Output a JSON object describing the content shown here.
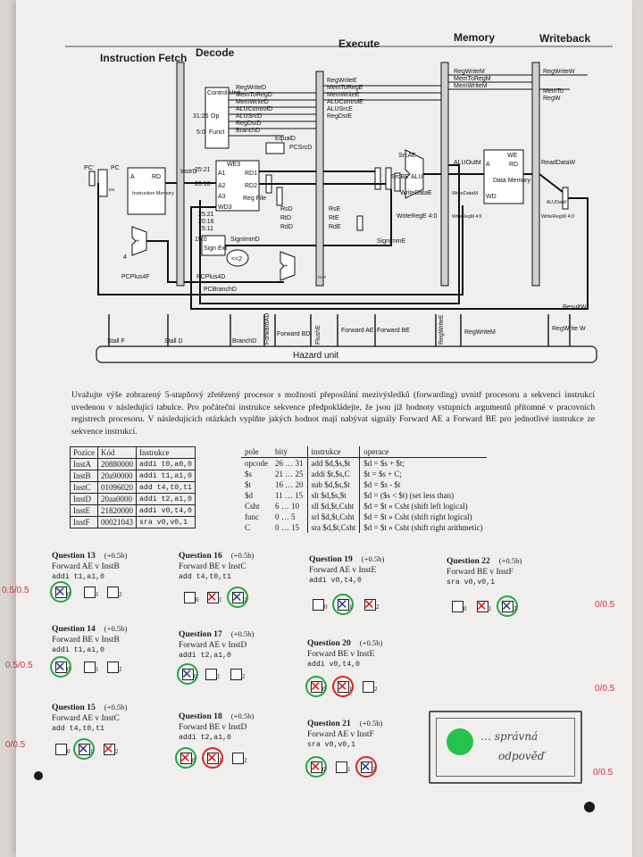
{
  "diagram": {
    "stage_labels": {
      "fetch": "Instruction Fetch",
      "decode": "Decode",
      "execute": "Execute",
      "memory": "Memory",
      "writeback": "Writeback"
    },
    "control_signals_d": [
      "RegWriteD",
      "MemToRegD",
      "MemWriteD",
      "ALUControlD",
      "ALUSrcD",
      "RegDstD",
      "BranchD"
    ],
    "control_signals_e": [
      "RegWriteE",
      "MemToRegE",
      "MemWriteE",
      "ALUControlE",
      "ALUSrcE",
      "RegDstE"
    ],
    "control_signals_m": [
      "RegWriteM",
      "MemToRegM",
      "MemWriteM"
    ],
    "control_signals_w": [
      "RegWriteW",
      "MemTo",
      "RegW"
    ],
    "blocks": {
      "control_unit": "Control Unit",
      "op": "Op",
      "funct": "Funct",
      "op_bits": "31:26",
      "funct_bits": "5:0",
      "inst_mem": "Instruction Memory",
      "regfile": "Reg File",
      "alu": "ALU",
      "data_mem": "Data Memory",
      "sign_ext": "Sign Ext",
      "shift": "<<2",
      "equal": "EqualD",
      "pcsrc": "PCSrcD",
      "pc": "PC",
      "pcp": "PC'",
      "a": "A",
      "rd": "RD",
      "we3": "WE3",
      "a1": "A1",
      "a2": "A2",
      "a3": "A3",
      "wd3": "WD3",
      "rd1": "RD1",
      "rd2": "RD2",
      "we": "WE",
      "wd": "WD",
      "const4": "4",
      "plus": "+"
    },
    "wire_labels": {
      "instrd": "InstrD",
      "b2521": "25:21",
      "b2016": "20:16",
      "b1511": "15:11",
      "b150": "15:0",
      "srcae": "SrcAE",
      "srcbe": "SrcBE",
      "aluoutm": "ALUOutM",
      "readdataw": "ReadDataW",
      "aluoutw": "ALUOutW",
      "writedatae": "WriteDataE",
      "writedatam": "WriteDataM",
      "writerege": "WriteRegE 4:0",
      "writeregm": "WriteRegM 4:0",
      "writeregw": "WriteRegW 4:0",
      "rse": "RsE",
      "rte": "RtE",
      "rde": "RdE",
      "rsd": "RsD",
      "rtd": "RtD",
      "rdd": "RdD",
      "signimmd": "SignImmD",
      "signimme": "SignImmE",
      "pcplus4f": "PCPlus4F",
      "pcplus4d": "PCPlus4D",
      "pcbranchd": "PCBranchD",
      "resultw": "ResultW",
      "en": "EN",
      "clr": "CLR"
    },
    "hazard_signals": [
      "Stall F",
      "Stall D",
      "BranchD",
      "ForwardAD",
      "Forward BD",
      "FlushE",
      "Forward AE",
      "Forward BE",
      "RegWriteE",
      "RegWriteM",
      "RegWrite W"
    ],
    "hazard_unit": "Hazard unit"
  },
  "intro_text": "Uvažujte výše zobrazený 5-stupňový zřetězený procesor s možností přeposílání mezivýsledků (forwarding) uvnitř procesoru a sekvenci instrukcí uvedenou v následující tabulce. Pro počáteční instrukce sekvence předpokládejte, že jsou již hodnoty vstupních argumentů přítomné v pracovních registrech procesoru. V následujících otázkách vyplňte jakých hodnot mají nabývat signály Forward AE a Forward BE pro jednotlivé instrukce ze sekvence instrukcí.",
  "instr_table": {
    "headers": [
      "Pozice",
      "Kód",
      "Instrukce"
    ],
    "rows": [
      [
        "InstA",
        "20880000",
        "addi t0,a0,0"
      ],
      [
        "InstB",
        "20a90000",
        "addi t1,a1,0"
      ],
      [
        "InstC",
        "01096020",
        "add t4,t0,t1"
      ],
      [
        "InstD",
        "20aa0000",
        "addi t2,a1,0"
      ],
      [
        "InstE",
        "21820000",
        "addi v0,t4,0"
      ],
      [
        "InstF",
        "00021043",
        "sra v0,v0,1"
      ]
    ]
  },
  "field_table": {
    "headers": [
      "pole",
      "bity",
      "instrukce",
      "operace"
    ],
    "rows": [
      [
        "opcode",
        "26 … 31",
        "add $d,$s,$t",
        "$d = $s + $t;"
      ],
      [
        "$s",
        "21 … 25",
        "addi $t,$s,C",
        "$t = $s + C;"
      ],
      [
        "$t",
        "16 … 20",
        "sub $d,$s,$t",
        "$d = $s - $t"
      ],
      [
        "$d",
        "11 … 15",
        "slt $d,$s,$t",
        "$d = ($s < $t) (set less than)"
      ],
      [
        "Csht",
        "6 … 10",
        "sll $d,$t,Csht",
        "$d = $t « Csht (shift left logical)"
      ],
      [
        "func",
        "0 … 5",
        "srl $d,$t,Csht",
        "$d = $t » Csht (shift right logical)"
      ],
      [
        "C",
        "0 … 15",
        "sra $d,$t,Csht",
        "$d = $t » Csht (shift right arithmetic)"
      ]
    ]
  },
  "questions": [
    {
      "title": "Question 13",
      "points": "(+0.5b)",
      "desc": "Forward AE v InstB",
      "code": "addi t1,a1,0",
      "score": "0.5/0.5"
    },
    {
      "title": "Question 14",
      "points": "(+0.5b)",
      "desc": "Forward BE v InstB",
      "code": "addi t1,a1,0",
      "score": "0.5/0.5"
    },
    {
      "title": "Question 15",
      "points": "(+0.5b)",
      "desc": "Forward AE v InstC",
      "code": "add t4,t0,t1",
      "score": "0/0.5"
    },
    {
      "title": "Question 16",
      "points": "(+0.5b)",
      "desc": "Forward BE v InstC",
      "code": "add t4,t0,t1"
    },
    {
      "title": "Question 17",
      "points": "(+0.5b)",
      "desc": "Forward AE v InstD",
      "code": "addi t2,a1,0"
    },
    {
      "title": "Question 18",
      "points": "(+0.5b)",
      "desc": "Forward BE v InstD",
      "code": "addi t2,a1,0"
    },
    {
      "title": "Question 19",
      "points": "(+0.5b)",
      "desc": "Forward AE v InstE",
      "code": "addi v0,t4,0"
    },
    {
      "title": "Question 20",
      "points": "(+0.5b)",
      "desc": "Forward BE v InstE",
      "code": "addi v0,t4,0",
      "score": "0/0.5"
    },
    {
      "title": "Question 21",
      "points": "(+0.5b)",
      "desc": "Forward AE v InstF",
      "code": "sra v0,v0,1",
      "score": "0/0.5"
    },
    {
      "title": "Question 22",
      "points": "(+0.5b)",
      "desc": "Forward BE v InstF",
      "code": "sra v0,v0,1",
      "score": "0/0.5"
    }
  ],
  "option_subscripts": [
    "0",
    "1",
    "2"
  ],
  "legend": {
    "text_line1": "… správná",
    "text_line2": "odpověď"
  },
  "colors": {
    "correct": "#26c24a",
    "wrong": "#e02222",
    "score": "#d5303a"
  }
}
